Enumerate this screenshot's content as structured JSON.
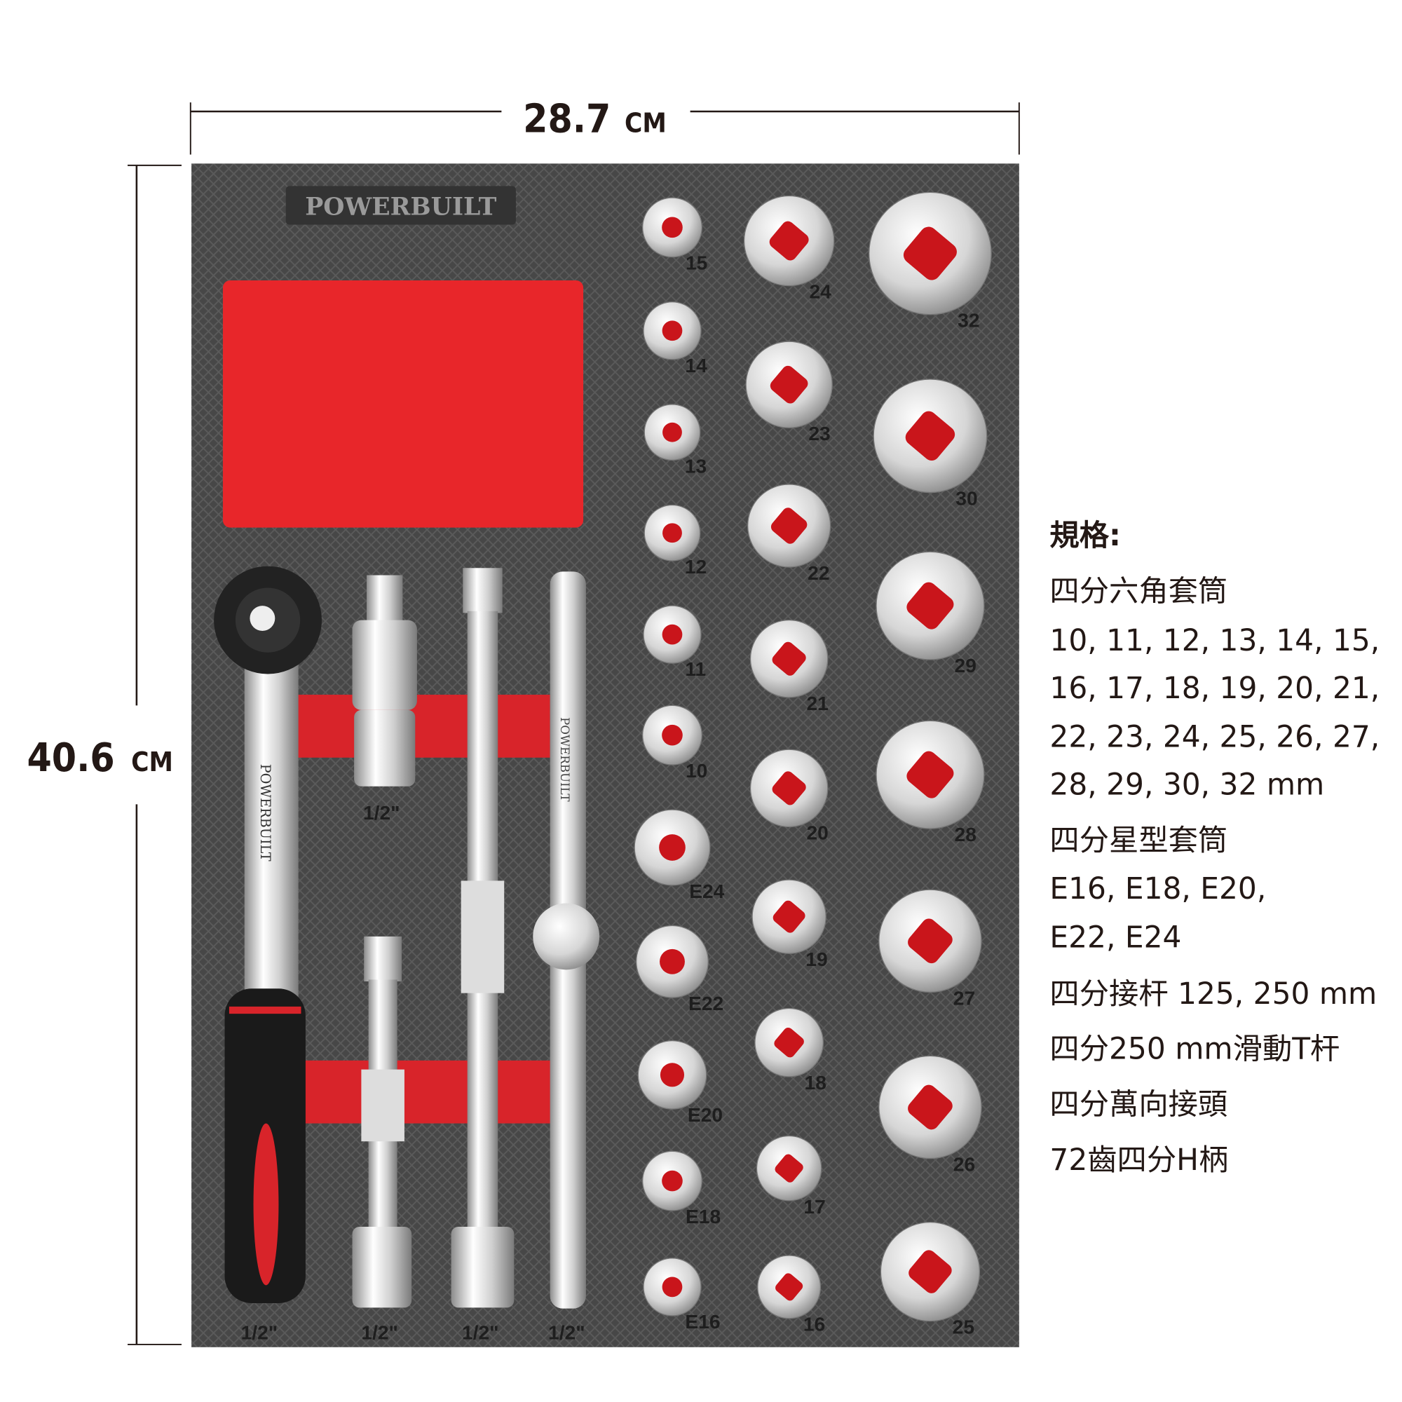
{
  "dimensions": {
    "width_label": "28.7",
    "height_label": "40.6",
    "unit": "CM"
  },
  "brand": {
    "logo_text": "POWERBUILT",
    "bar_text": "POWERBUILT"
  },
  "colors": {
    "tray": "#4a4a4a",
    "foam_red": "#e8262a",
    "chrome": "#d9d9d9",
    "text": "#231815"
  },
  "sockets": {
    "column_small": [
      "15",
      "14",
      "13",
      "12",
      "11",
      "10",
      "E24",
      "E22",
      "E20",
      "E18",
      "E16"
    ],
    "column_medium": [
      "24",
      "23",
      "22",
      "21",
      "20",
      "19",
      "18",
      "17",
      "16"
    ],
    "column_large": [
      "32",
      "30",
      "29",
      "28",
      "27",
      "26",
      "25"
    ]
  },
  "tool_labels": {
    "ujoint": "1/2\"",
    "ratchet": "1/2\"",
    "short_ext": "1/2\"",
    "long_ext": "1/2\"",
    "tbar": "1/2\""
  },
  "specs": {
    "heading": "規格:",
    "lines": [
      "四分六角套筒",
      "10, 11, 12, 13, 14, 15,",
      "16, 17, 18, 19, 20, 21,",
      "22, 23, 24, 25, 26, 27,",
      "28, 29, 30, 32 mm",
      "四分星型套筒",
      "E16, E18, E20,",
      "E22, E24",
      "四分接杆 125, 250 mm",
      "四分250 mm滑動T杆",
      "四分萬向接頭",
      "72齒四分H柄"
    ]
  }
}
